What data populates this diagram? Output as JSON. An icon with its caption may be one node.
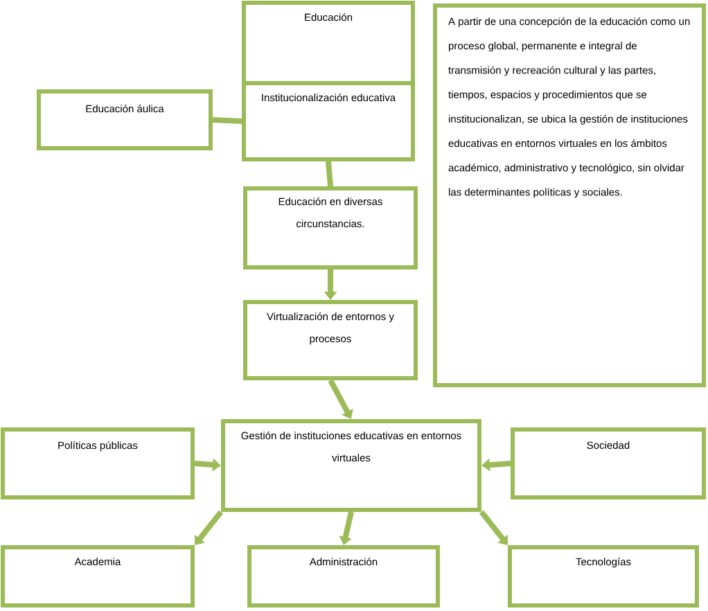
{
  "diagram": {
    "nodes": [
      {
        "text": [
          "Educación"
        ]
      },
      {
        "text": [
          "Institucionalización educativa"
        ]
      },
      {
        "text": [
          "Educación áulica"
        ]
      },
      {
        "text": [
          "Educación en diversas circunstancias."
        ]
      },
      {
        "text": [
          "Virtualización de entornos y procesos"
        ]
      },
      {
        "text": [
          "Gestión de instituciones educativas en entornos virtuales"
        ]
      },
      {
        "text": [
          "Políticas públicas"
        ]
      },
      {
        "text": [
          "Sociedad"
        ]
      },
      {
        "text": [
          "Academia"
        ]
      },
      {
        "text": [
          "Administración"
        ]
      },
      {
        "text": [
          "Tecnologías"
        ]
      },
      {
        "text": [
          "A partir de una concepción de la educación como un proceso global, permanente e integral de transmisión y recreación cultural y las partes, tiempos, espacios y procedimientos que se institucionalizan, se ubica la gestión de instituciones educativas en entornos virtuales en los ámbitos académico, administrativo y tecnológico, sin olvidar las determinantes políticas y sociales."
        ]
      }
    ],
    "edges": [
      {
        "from": 2,
        "to": 1,
        "arrow": "none"
      },
      {
        "from": 1,
        "to": 3,
        "arrow": "none"
      },
      {
        "from": 3,
        "to": 4,
        "arrow": "to"
      },
      {
        "from": 4,
        "to": 5,
        "arrow": "to"
      },
      {
        "from": 6,
        "to": 5,
        "arrow": "to"
      },
      {
        "from": 7,
        "to": 5,
        "arrow": "to"
      },
      {
        "from": 5,
        "to": 8,
        "arrow": "to"
      },
      {
        "from": 5,
        "to": 9,
        "arrow": "to"
      },
      {
        "from": 5,
        "to": 10,
        "arrow": "to"
      }
    ]
  }
}
